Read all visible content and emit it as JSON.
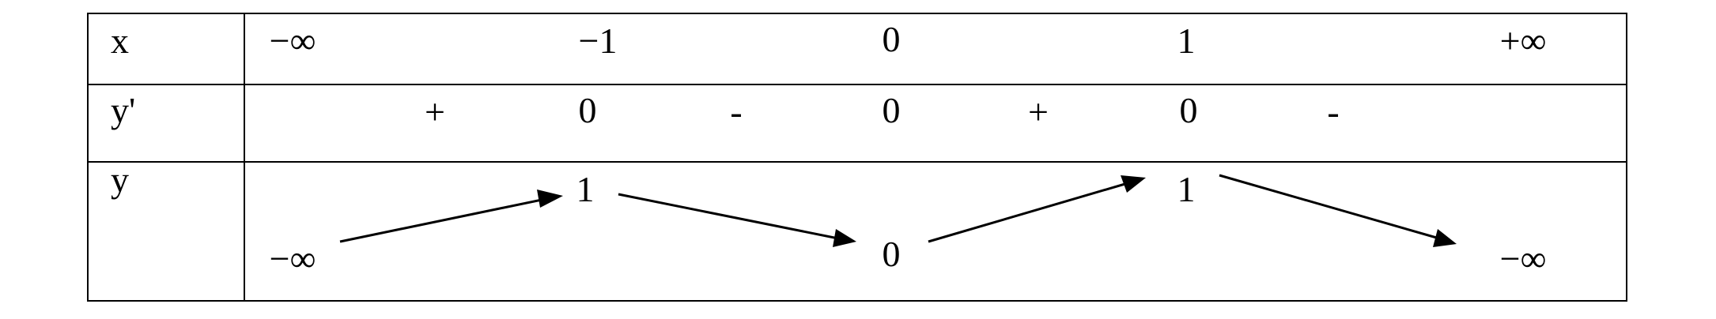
{
  "rows": {
    "x": {
      "label": "x",
      "values": [
        "−∞",
        "−1",
        "0",
        "1",
        "+∞"
      ]
    },
    "y_prime": {
      "label": "y'",
      "signs": [
        "+",
        "-",
        "+",
        "-"
      ],
      "zeros": [
        "0",
        "0",
        "0"
      ]
    },
    "y": {
      "label": "y",
      "values": [
        "−∞",
        "1",
        "0",
        "1",
        "−∞"
      ]
    }
  },
  "variation": [
    {
      "from": "−∞",
      "to": "1",
      "direction": "up"
    },
    {
      "from": "1",
      "to": "0",
      "direction": "down"
    },
    {
      "from": "0",
      "to": "1",
      "direction": "up"
    },
    {
      "from": "1",
      "to": "−∞",
      "direction": "down"
    }
  ],
  "colors": {
    "line": "#000000",
    "background": "#ffffff"
  }
}
